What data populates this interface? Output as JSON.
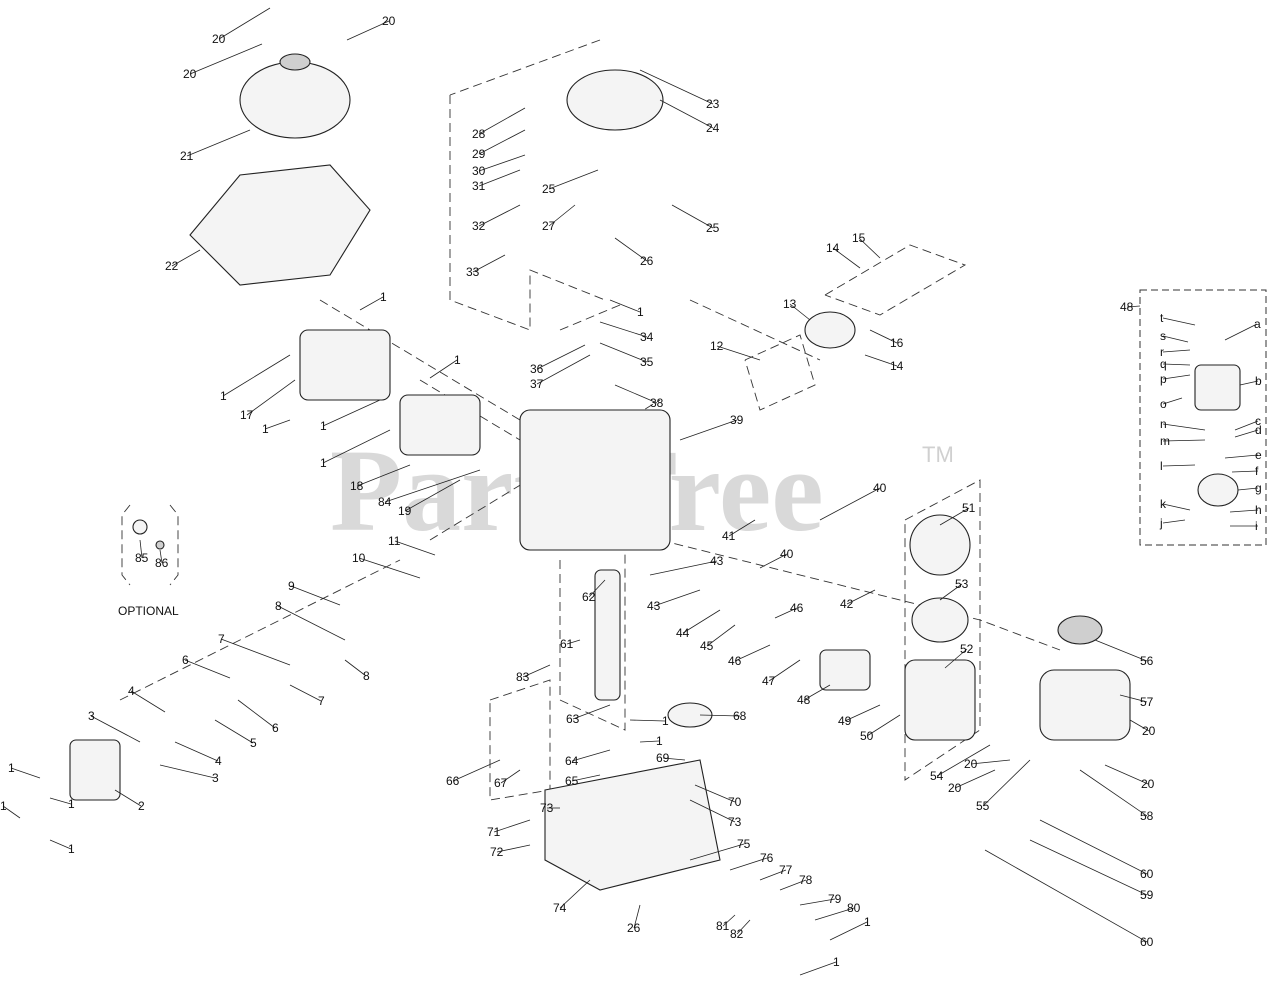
{
  "watermark": {
    "brand": "PartsTree",
    "trademark": "TM"
  },
  "optional_label": "OPTIONAL",
  "callouts": {
    "main": [
      "1",
      "2",
      "3",
      "4",
      "5",
      "6",
      "7",
      "8",
      "9",
      "10",
      "11",
      "12",
      "13",
      "14",
      "15",
      "16",
      "17",
      "18",
      "19",
      "20",
      "21",
      "22",
      "23",
      "24",
      "25",
      "26",
      "27",
      "28",
      "29",
      "30",
      "31",
      "32",
      "33",
      "34",
      "35",
      "36",
      "37",
      "38",
      "39",
      "40",
      "41",
      "42",
      "43",
      "44",
      "45",
      "46",
      "47",
      "48",
      "49",
      "50",
      "51",
      "52",
      "53",
      "54",
      "55",
      "56",
      "57",
      "58",
      "59",
      "60",
      "61",
      "62",
      "63",
      "64",
      "65",
      "66",
      "67",
      "68",
      "69",
      "70",
      "71",
      "72",
      "73",
      "74",
      "75",
      "76",
      "77",
      "78",
      "79",
      "80",
      "81",
      "82",
      "83",
      "84",
      "85",
      "86"
    ],
    "carburetor_inset": [
      "48",
      "a",
      "b",
      "c",
      "d",
      "e",
      "f",
      "g",
      "h",
      "i",
      "j",
      "k",
      "l",
      "m",
      "n",
      "o",
      "p",
      "q",
      "r",
      "s",
      "t"
    ]
  }
}
